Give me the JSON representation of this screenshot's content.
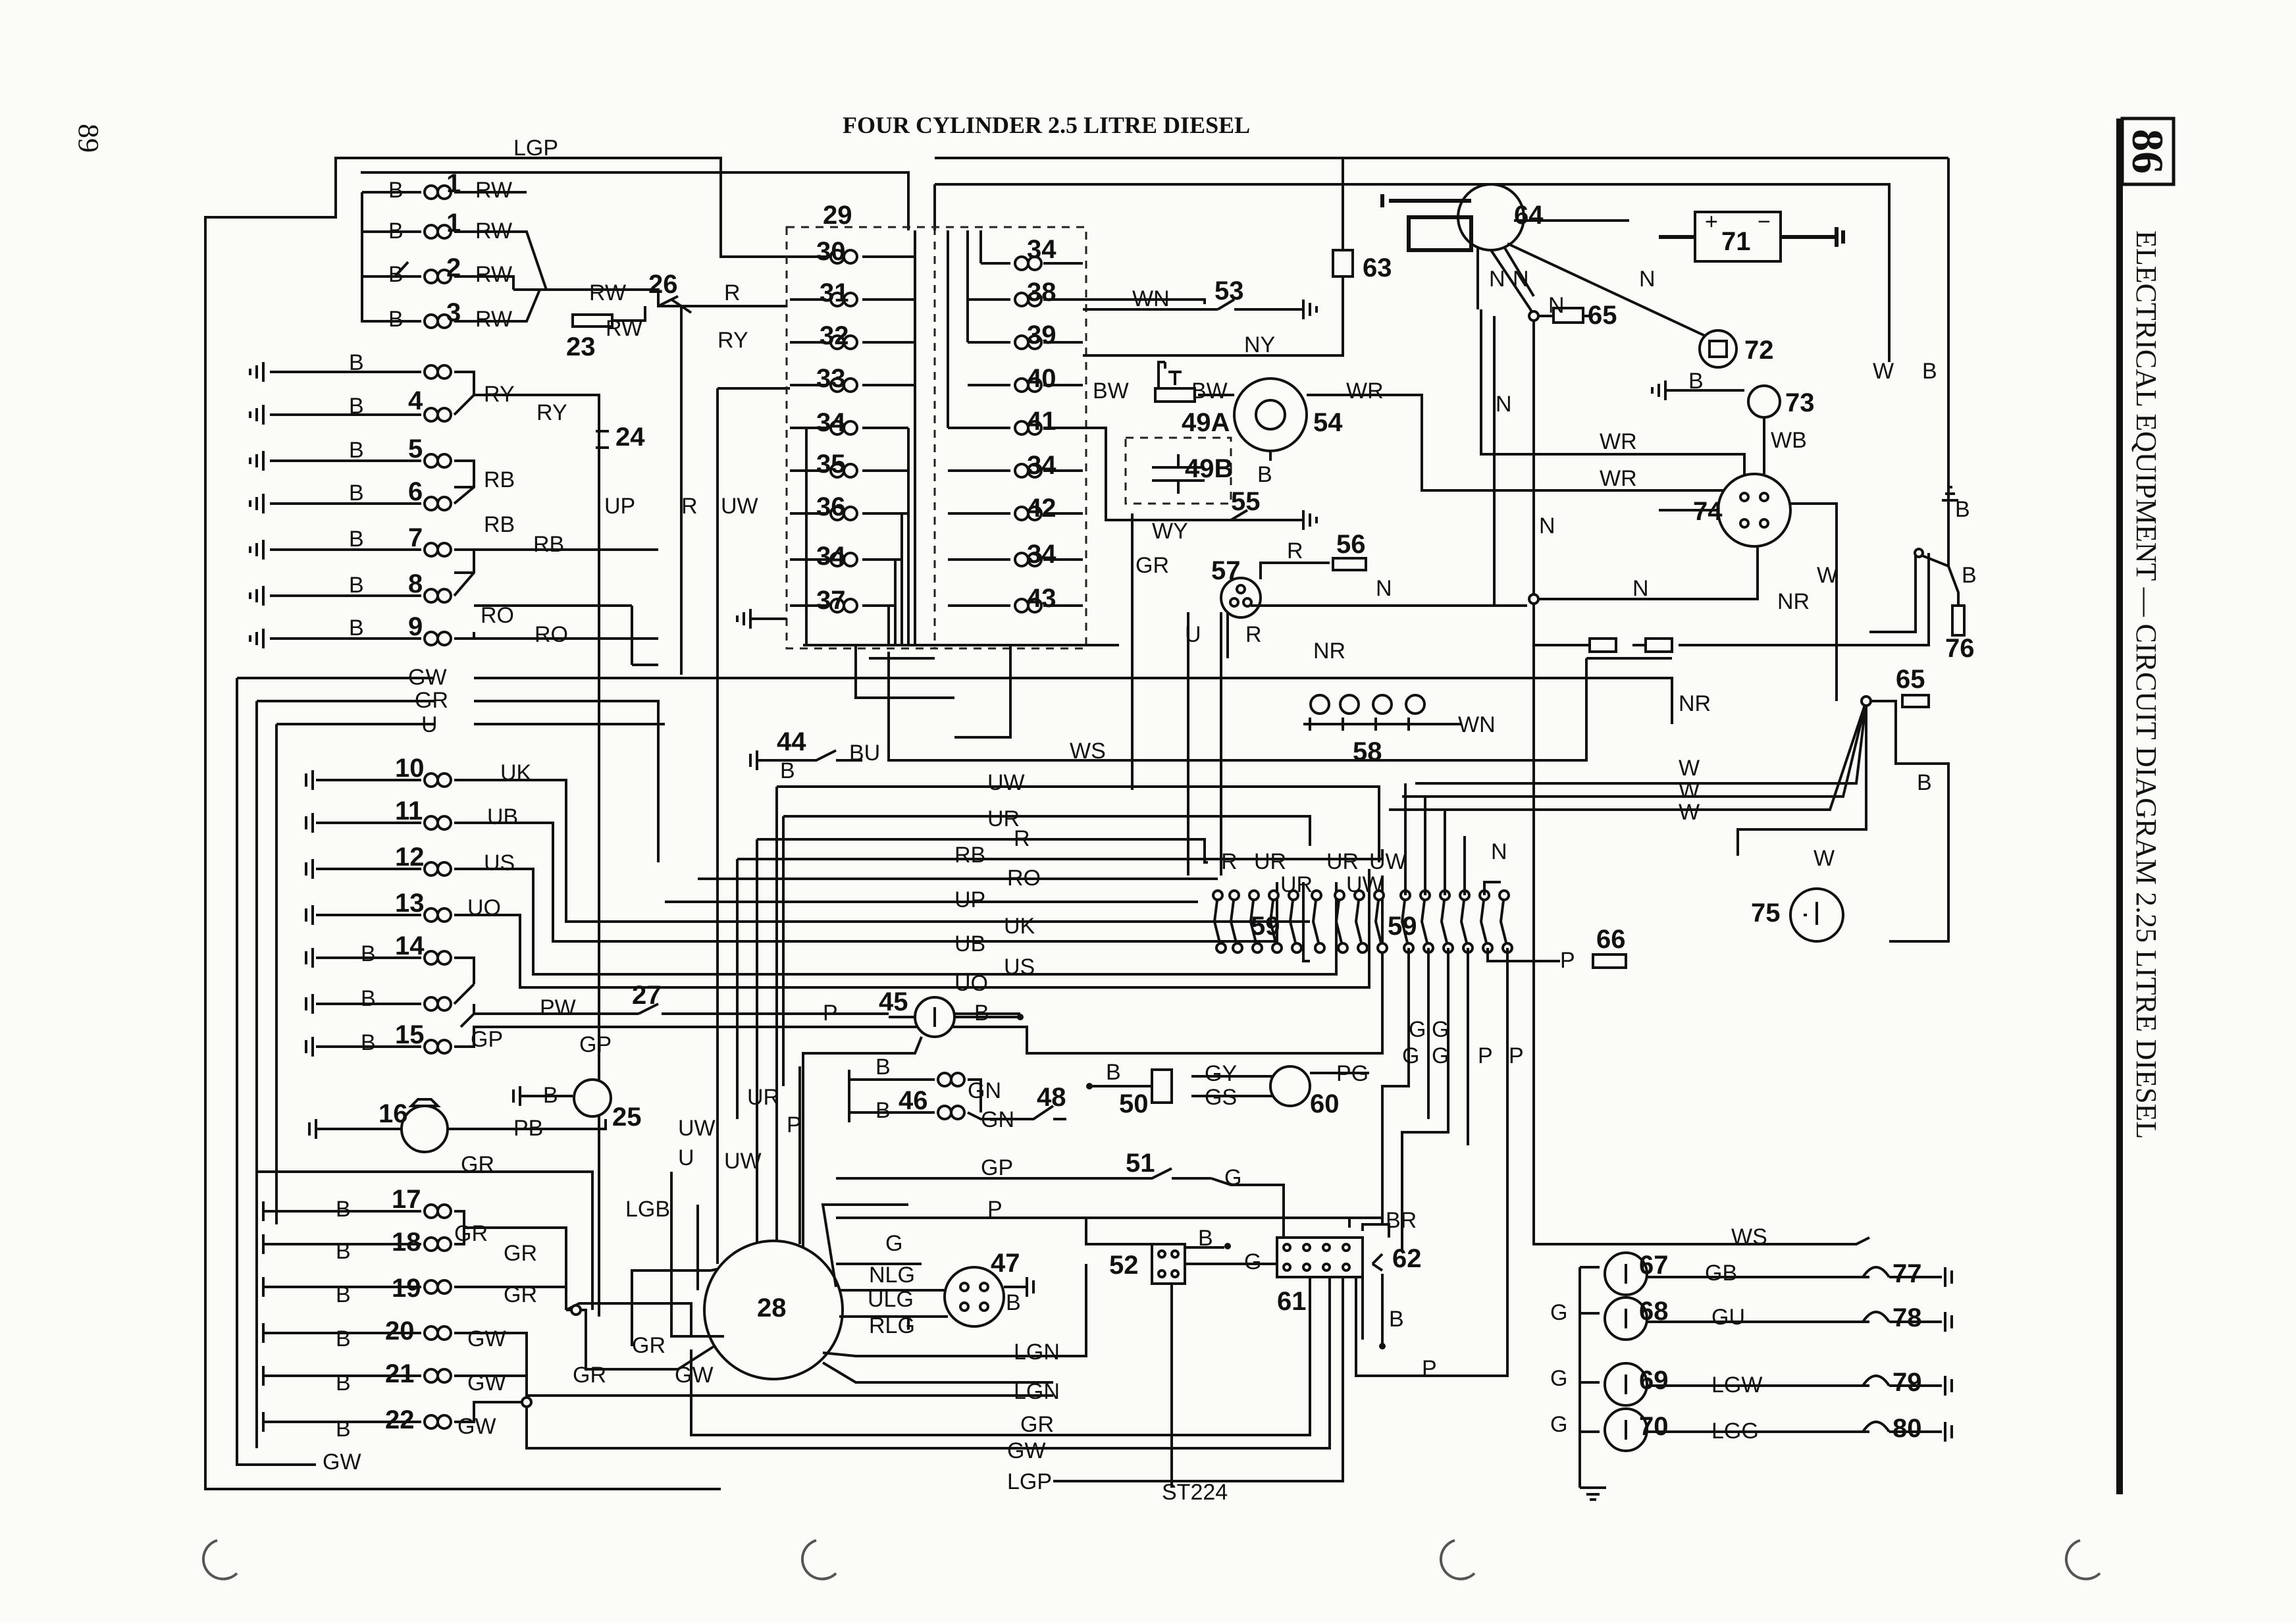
{
  "title": "FOUR CYLINDER 2.5 LITRE DIESEL",
  "page_number_left": "89",
  "figure_number": "86",
  "side_heading": "ELECTRICAL EQUIPMENT — CIRCUIT DIAGRAM 2.25 LITRE DIESEL",
  "reference": "ST224",
  "components": {
    "c1": "1",
    "c2": "2",
    "c3": "3",
    "c4": "4",
    "c5": "5",
    "c6": "6",
    "c7": "7",
    "c8": "8",
    "c9": "9",
    "c10": "10",
    "c11": "11",
    "c12": "12",
    "c13": "13",
    "c14": "14",
    "c15": "15",
    "c16": "16",
    "c17": "17",
    "c18": "18",
    "c19": "19",
    "c20": "20",
    "c21": "21",
    "c22": "22",
    "c23": "23",
    "c24": "24",
    "c25": "25",
    "c26": "26",
    "c27": "27",
    "c28": "28",
    "c29": "29",
    "c30": "30",
    "c31": "31",
    "c32": "32",
    "c33": "33",
    "c34": "34",
    "c35": "35",
    "c36": "36",
    "c37": "37",
    "c38": "38",
    "c39": "39",
    "c40": "40",
    "c41": "41",
    "c42": "42",
    "c43": "43",
    "c44": "44",
    "c45": "45",
    "c46": "46",
    "c47": "47",
    "c48": "48",
    "c49a": "49A",
    "c49b": "49B",
    "c50": "50",
    "c51": "51",
    "c52": "52",
    "c53": "53",
    "c54": "54",
    "c55": "55",
    "c56": "56",
    "c57": "57",
    "c58": "58",
    "c59": "59",
    "c60": "60",
    "c61": "61",
    "c62": "62",
    "c63": "63",
    "c64": "64",
    "c65": "65",
    "c66": "66",
    "c67": "67",
    "c68": "68",
    "c69": "69",
    "c70": "70",
    "c71": "71",
    "c72": "72",
    "c73": "73",
    "c74": "74",
    "c75": "75",
    "c76": "76",
    "c77": "77",
    "c78": "78",
    "c79": "79",
    "c80": "80"
  },
  "wires": {
    "LGP": "LGP",
    "B": "B",
    "W": "W",
    "RW": "RW",
    "R": "R",
    "RY": "RY",
    "RB": "RB",
    "RO": "RO",
    "UP": "UP",
    "UW": "UW",
    "WN": "WN",
    "NY": "NY",
    "BW": "BW",
    "WR": "WR",
    "WY": "WY",
    "N": "N",
    "NR": "NR",
    "GR": "GR",
    "GW": "GW",
    "U": "U",
    "UK": "UK",
    "UB": "UB",
    "US": "US",
    "UO": "UO",
    "PW": "PW",
    "GP": "GP",
    "PB": "PB",
    "BU": "BU",
    "WS": "WS",
    "UR": "UR",
    "UP2": "UP",
    "P": "P",
    "G": "G",
    "GY": "GY",
    "GS": "GS",
    "PG": "PG",
    "GN": "GN",
    "NLG": "NLG",
    "ULG": "ULG",
    "RLG": "RLG",
    "LGN": "LGN",
    "LGB": "LGB",
    "BR": "BR",
    "GB": "GB",
    "GU": "GU",
    "LGW": "LGW",
    "LGG": "LGG",
    "WB": "WB",
    "plus": "+",
    "minus": "−"
  },
  "colors": {
    "ink": "#111111",
    "paper": "#fbfbf8"
  }
}
